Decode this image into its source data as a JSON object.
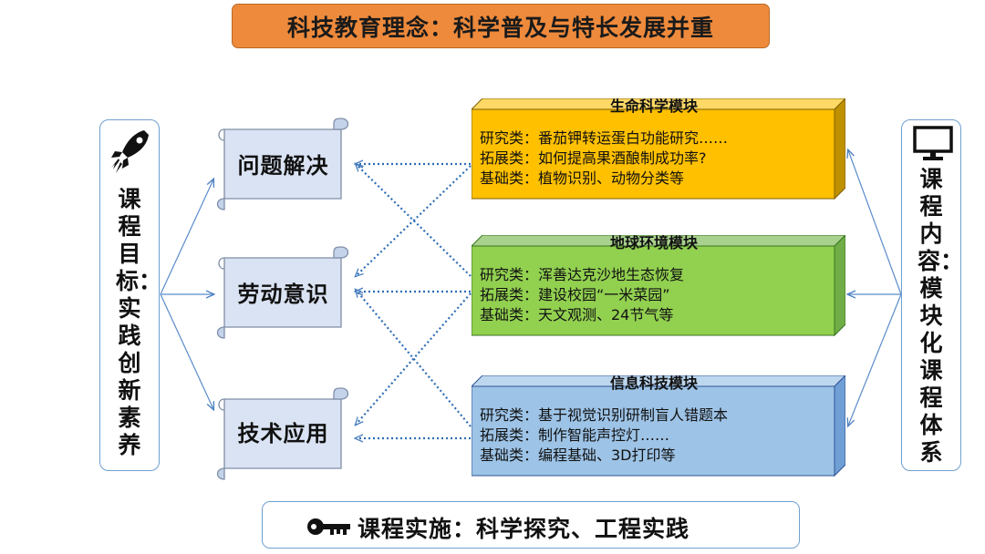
{
  "title": "科技教育理念：科学普及与特长发展并重",
  "left_panel": {
    "icon": "rocket-icon",
    "text": "课程目标：实践创新素养"
  },
  "right_panel": {
    "icon": "monitor-icon",
    "text": "课程内容：模块化课程体系"
  },
  "goals": [
    {
      "label": "问题解决"
    },
    {
      "label": "劳动意识"
    },
    {
      "label": "技术应用"
    }
  ],
  "modules": [
    {
      "title": "生命科学模块",
      "color": "#ffc000",
      "lines": [
        "研究类：番茄钾转运蛋白功能研究……",
        "拓展类：如何提高果酒酿制成功率?",
        "基础类：植物识别、动物分类等"
      ]
    },
    {
      "title": "地球环境模块",
      "color": "#92d050",
      "lines": [
        "研究类：浑善达克沙地生态恢复",
        "拓展类：建设校园“一米菜园”",
        "基础类：天文观测、24节气等"
      ]
    },
    {
      "title": "信息科技模块",
      "color": "#9dc3e6",
      "lines": [
        "研究类：基于视觉识别研制盲人错题本",
        "拓展类：制作智能声控灯……",
        "基础类：编程基础、3D打印等"
      ]
    }
  ],
  "bottom": {
    "icon": "key-icon",
    "text": "课程实施：科学探究、工程实践"
  },
  "colors": {
    "title_bg": "#ee8a3c",
    "scroll_fill": "#dae3f3",
    "border_blue": "#6fa0d0",
    "connector": "#4a7fc0"
  }
}
